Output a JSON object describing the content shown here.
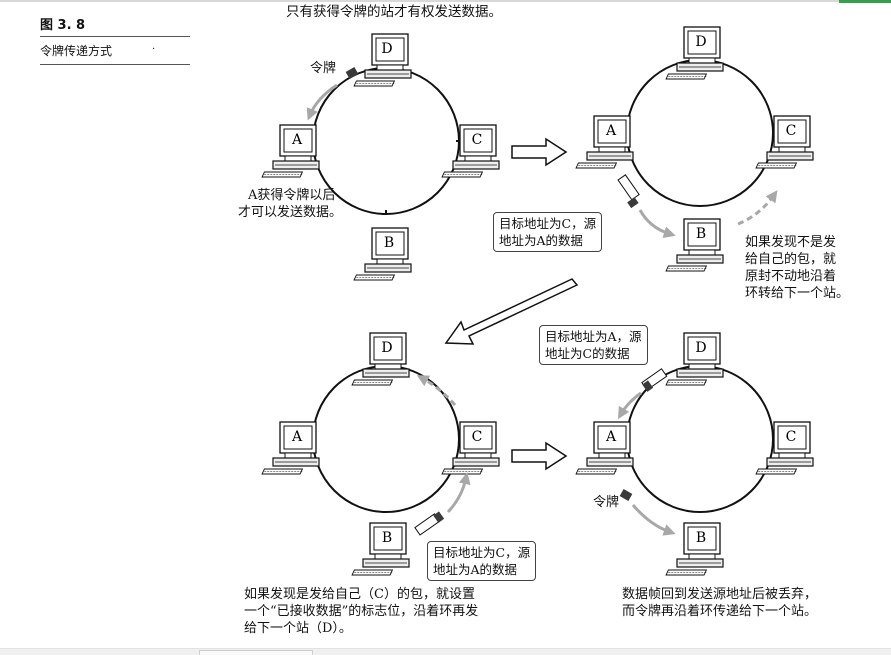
{
  "figure": {
    "label": "图 3. 8",
    "caption": "令牌传递方式",
    "caption_mark": "·"
  },
  "top_note": "只有获得令牌的站才有权发送数据。",
  "stations": [
    "A",
    "B",
    "C",
    "D"
  ],
  "panel1": {
    "token_label": "令牌",
    "note_lines": [
      "A获得令牌以后",
      "才可以发送数据。"
    ]
  },
  "panel2": {
    "frame_box": [
      "目标地址为C，源",
      "地址为A的数据"
    ],
    "note_lines": [
      "如果发现不是发",
      "给自己的包，就",
      "原封不动地沿着",
      "环转给下一个站。"
    ]
  },
  "panel3": {
    "frame_box": [
      "目标地址为C，源",
      "地址为A的数据"
    ],
    "note_lines": [
      "如果发现是发给自己（C）的包，就设置",
      "一个“已接收数据”的标志位，沿着环再发",
      "给下一个站（D）。"
    ]
  },
  "panel4": {
    "frame_box": [
      "目标地址为A，源",
      "地址为C的数据"
    ],
    "token_label": "令牌",
    "note_lines": [
      "数据帧回到发送源地址后被丢弃，",
      "而令牌再沿着环传递给下一个站。"
    ]
  },
  "colors": {
    "ring": "#111111",
    "arrow_gray": "#a8a8a8",
    "token_dark": "#3a3a3a"
  }
}
